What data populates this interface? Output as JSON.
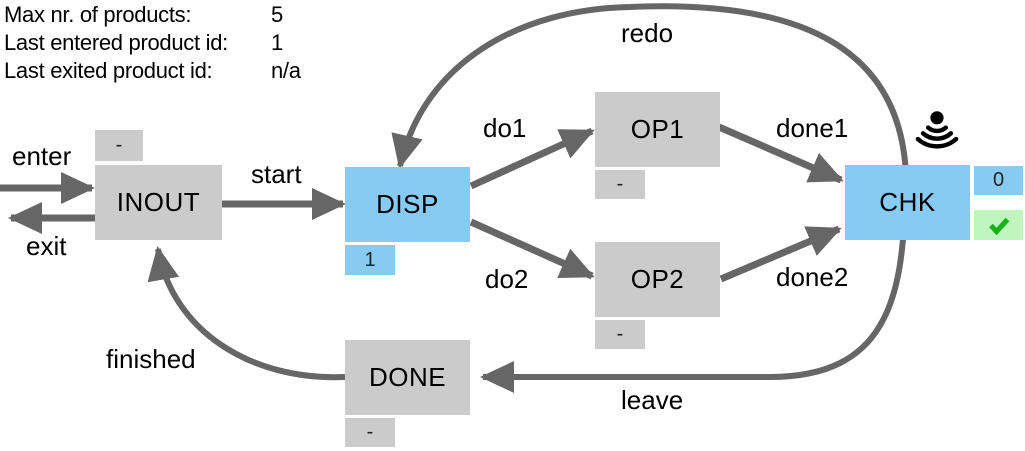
{
  "palette": {
    "node-blue": "#87cbf2",
    "node-gray": "#cbcbcb",
    "arrow": "#666666",
    "check-bg": "#c1f5c0",
    "check-green": "#15b315",
    "ink": "#000000"
  },
  "status_panel": {
    "rows": [
      {
        "label": "Max nr. of products:",
        "value": "5"
      },
      {
        "label": "Last entered product id:",
        "value": "1"
      },
      {
        "label": "Last exited product id:",
        "value": "n/a"
      }
    ]
  },
  "nodes": {
    "inout": {
      "label": "INOUT",
      "marker": "-"
    },
    "disp": {
      "label": "DISP",
      "marker": "1"
    },
    "op1": {
      "label": "OP1",
      "marker": "-"
    },
    "op2": {
      "label": "OP2",
      "marker": "-"
    },
    "chk": {
      "label": "CHK",
      "counter": "0"
    },
    "done": {
      "label": "DONE",
      "marker": "-"
    }
  },
  "edges": {
    "enter": "enter",
    "exit": "exit",
    "start": "start",
    "do1": "do1",
    "do2": "do2",
    "done1": "done1",
    "done2": "done2",
    "redo": "redo",
    "leave": "leave",
    "finished": "finished"
  },
  "icons": {
    "chk_signal": "signal-waves-icon",
    "chk_ok": "green-checkmark-icon"
  }
}
